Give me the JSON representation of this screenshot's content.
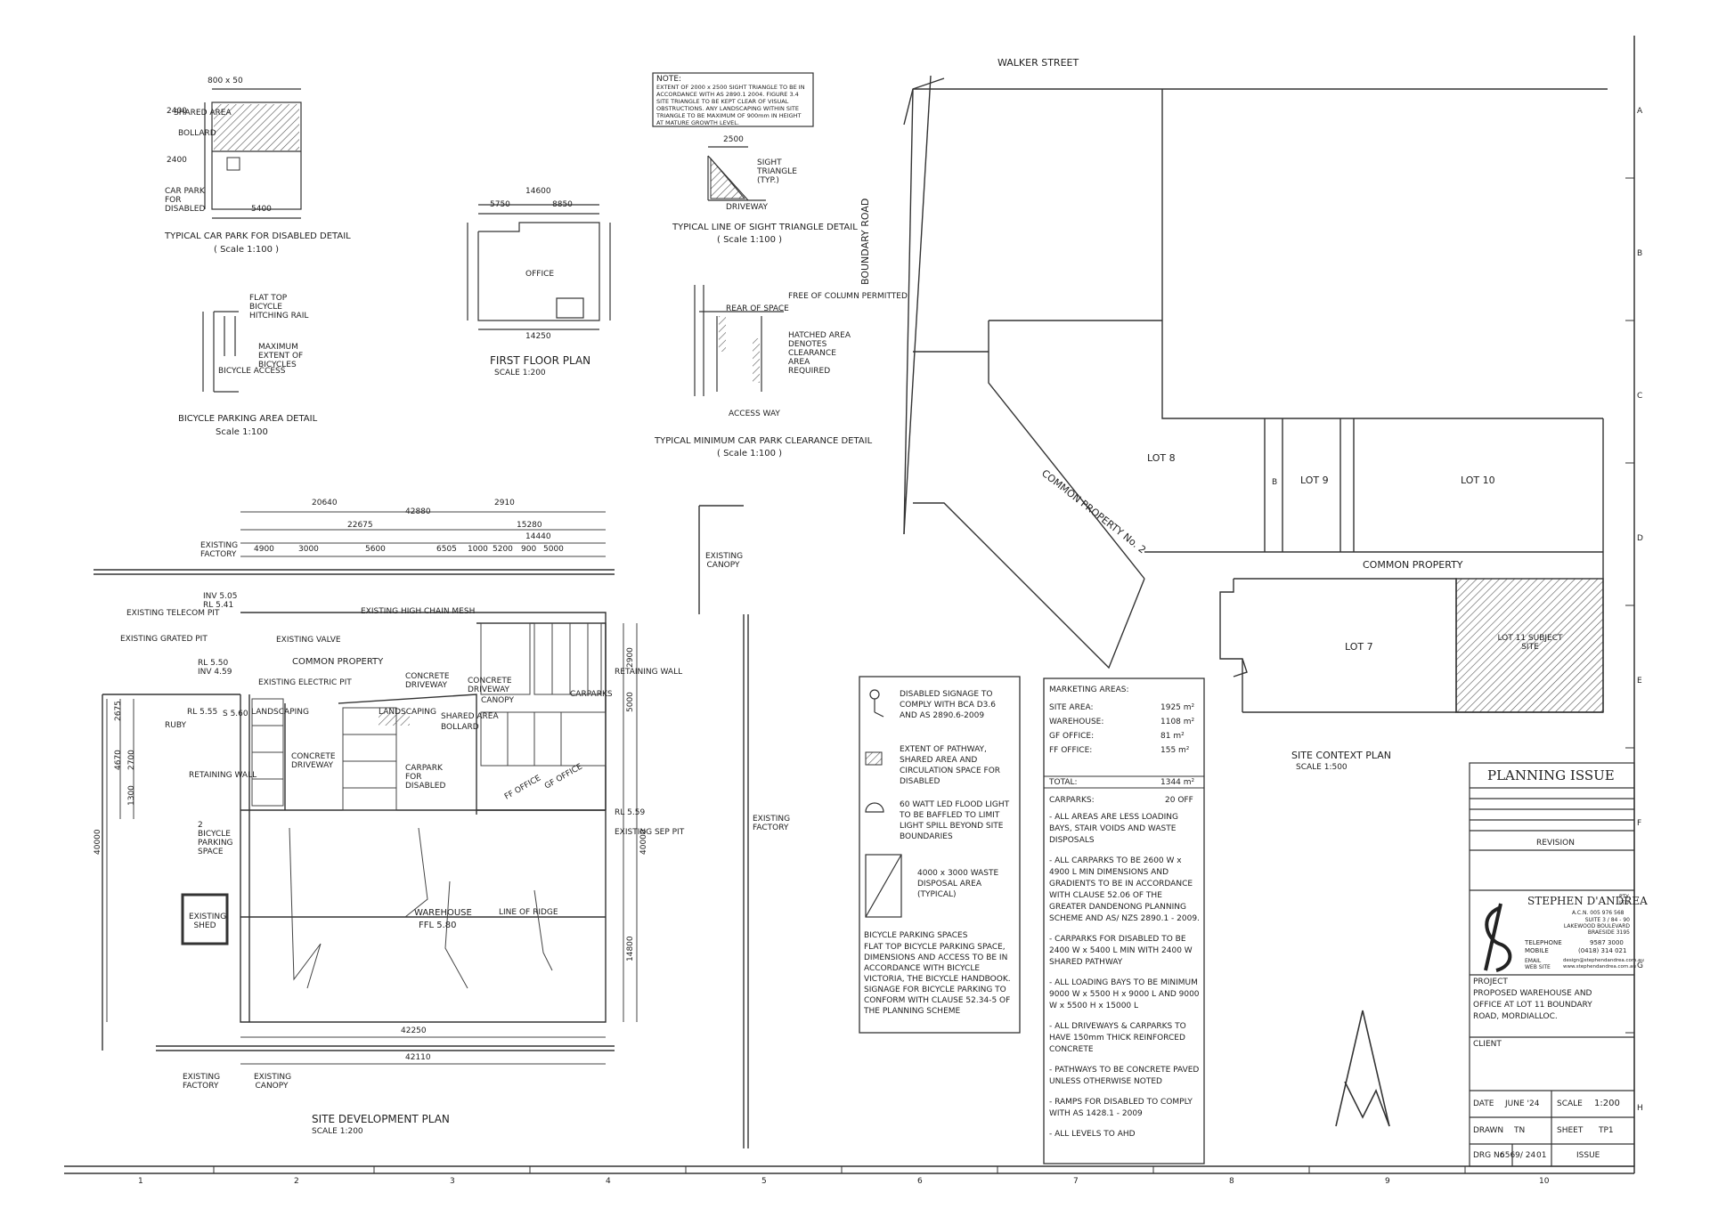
{
  "context_plan": {
    "street_top": "WALKER STREET",
    "road_side": "BOUNDARY ROAD",
    "lots": [
      "LOT 8",
      "LOT 9",
      "LOT 10",
      "LOT 7",
      "LOT 11 SUBJECT SITE"
    ],
    "common_property_1": "COMMON PROPERTY No. 2",
    "common_property_2": "COMMON PROPERTY",
    "caption": "SITE CONTEXT PLAN",
    "caption_scale": "SCALE 1:500",
    "lot_letter": "B"
  },
  "details": {
    "disabled_caption": "TYPICAL CAR PARK FOR DISABLED DETAIL",
    "disabled_scale": "( Scale 1:100 )",
    "disabled_labels": [
      "SHARED AREA",
      "BOLLARD",
      "CAR PARK FOR DISABLED"
    ],
    "disabled_dims": [
      "800 x 50",
      "2400",
      "2400",
      "5400"
    ],
    "bicycle_caption": "BICYCLE PARKING AREA DETAIL",
    "bicycle_scale": "Scale 1:100",
    "bicycle_labels": [
      "FLAT TOP BICYCLE HITCHING RAIL",
      "MAXIMUM EXTENT OF BICYCLES",
      "BICYCLE ACCESS"
    ],
    "first_floor_caption": "FIRST FLOOR PLAN",
    "first_floor_scale": "SCALE 1:200",
    "first_floor_room": "OFFICE",
    "first_floor_dims": [
      "14600",
      "5750",
      "8850",
      "14250"
    ],
    "sight_note_title": "NOTE:",
    "sight_note": "EXTENT OF 2000 x 2500 SIGHT TRIANGLE TO BE IN ACCORDANCE WITH AS 2890.1 2004. FIGURE 3.4 SITE TRIANGLE TO BE KEPT CLEAR OF VISUAL OBSTRUCTIONS. ANY LANDSCAPING WITHIN SITE TRIANGLE TO BE MAXIMUM OF 900mm IN HEIGHT AT MATURE GROWTH LEVEL.",
    "sight_caption": "TYPICAL LINE OF SIGHT TRIANGLE DETAIL",
    "sight_scale": "( Scale 1:100 )",
    "sight_labels": [
      "SIGHT TRIANGLE (TYP.)",
      "DRIVEWAY",
      "2500"
    ],
    "clearance_caption": "TYPICAL MINIMUM CAR PARK CLEARANCE DETAIL",
    "clearance_scale": "( Scale 1:100 )",
    "clearance_labels": [
      "FREE OF COLUMN PERMITTED",
      "REAR OF SPACE",
      "HATCHED AREA DENOTES CLEARANCE AREA REQUIRED",
      "ACCESS WAY"
    ]
  },
  "site_plan": {
    "caption": "SITE DEVELOPMENT PLAN",
    "caption_scale": "SCALE 1:200",
    "labels": {
      "existing_factory_top": "EXISTING FACTORY",
      "existing_canopy_top": "EXISTING CANOPY",
      "existing_factory_right": "EXISTING FACTORY",
      "existing_factory_bottom": "EXISTING FACTORY",
      "existing_canopy_bottom": "EXISTING CANOPY",
      "existing_shed": "EXISTING SHED",
      "common_property": "COMMON PROPERTY",
      "warehouse": "WAREHOUSE",
      "ffl": "FFL 5.80",
      "concrete_driveway_1": "CONCRETE DRIVEWAY",
      "concrete_driveway_2": "CONCRETE DRIVEWAY",
      "concrete_driveway_3": "CONCRETE DRIVEWAY",
      "landscaping_1": "LANDSCAPING",
      "landscaping_2": "LANDSCAPING",
      "carparks": "CARPARKS",
      "ff_office": "FF OFFICE",
      "gf_office": "GF OFFICE",
      "retaining_wall_left": "RETAINING WALL",
      "retaining_wall_right": "RETAINING WALL",
      "bicycle_space": "2 BICYCLE PARKING SPACE",
      "carpark_disabled": "CARPARK FOR DISABLED",
      "shared_area": "SHARED AREA",
      "bollard": "BOLLARD",
      "canopy": "CANOPY",
      "existing_telecom": "EXISTING TELECOM PIT",
      "existing_grated": "EXISTING GRATED PIT",
      "existing_valve": "EXISTING VALVE",
      "existing_electric": "EXISTING ELECTRIC PIT",
      "existing_high_chain": "EXISTING HIGH CHAIN MESH",
      "existing_sep": "EXISTING SEP PIT",
      "line_of_ridge": "LINE OF RIDGE",
      "ruby": "RUBY",
      "inv_rl": "INV 5.05 RL 5.41",
      "rl_550": "RL 5.50 INV 4.59",
      "rl_555": "RL 5.55",
      "rl_560": "S 5.60",
      "rl_559": "RL 5.59"
    },
    "dims_top": [
      "20640",
      "42880",
      "2910",
      "22675",
      "15280",
      "14440",
      "4900",
      "3000",
      "5600",
      "6505",
      "1000",
      "5200",
      "900",
      "5000"
    ],
    "dims_bottom": [
      "42250",
      "42110"
    ],
    "dims_left": [
      "40000",
      "2675",
      "4670",
      "2700",
      "1300"
    ],
    "dims_right": [
      "40000",
      "2900",
      "5000",
      "14800"
    ]
  },
  "legend": {
    "items": [
      "DISABLED SIGNAGE TO COMPLY WITH BCA D3.6 AND AS 2890.6-2009",
      "EXTENT OF PATHWAY, SHARED AREA AND CIRCULATION SPACE FOR DISABLED",
      "60 WATT LED FLOOD LIGHT TO BE BAFFLED TO LIMIT LIGHT SPILL BEYOND SITE BOUNDARIES",
      "4000 x 3000 WASTE DISPOSAL AREA (TYPICAL)"
    ],
    "bicycle_title": "BICYCLE PARKING SPACES",
    "bicycle_text": "FLAT TOP BICYCLE PARKING SPACE, DIMENSIONS AND ACCESS TO BE IN ACCORDANCE WITH BICYCLE VICTORIA, THE BICYCLE HANDBOOK. SIGNAGE FOR BICYCLE PARKING TO CONFORM WITH CLAUSE 52.34-5 OF THE PLANNING SCHEME"
  },
  "areas": {
    "title": "MARKETING AREAS:",
    "rows": [
      {
        "label": "SITE AREA:",
        "value": "1925 m²"
      },
      {
        "label": "WAREHOUSE:",
        "value": "1108 m²"
      },
      {
        "label": "GF OFFICE:",
        "value": "81 m²"
      },
      {
        "label": "FF OFFICE:",
        "value": "155 m²"
      }
    ],
    "total_label": "TOTAL:",
    "total_value": "1344 m²",
    "carparks_label": "CARPARKS:",
    "carparks_value": "20 OFF",
    "notes": [
      "- ALL AREAS ARE LESS LOADING BAYS, STAIR VOIDS AND WASTE DISPOSALS",
      "- ALL CARPARKS TO BE 2600 W x 4900 L MIN DIMENSIONS AND GRADIENTS TO BE IN ACCORDANCE WITH CLAUSE 52.06 OF THE GREATER DANDENONG PLANNING SCHEME AND AS/ NZS 2890.1 - 2009.",
      "- CARPARKS FOR DISABLED TO BE 2400 W x 5400 L MIN WITH 2400 W SHARED PATHWAY",
      "- ALL LOADING BAYS TO BE MINIMUM 9000 W x 5500 H x 9000 L AND 9000 W x 5500 H x 15000 L",
      "- ALL DRIVEWAYS & CARPARKS TO HAVE 150mm THICK REINFORCED CONCRETE",
      "- PATHWAYS TO BE CONCRETE PAVED UNLESS OTHERWISE NOTED",
      "- RAMPS FOR DISABLED TO COMPLY WITH AS 1428.1 - 2009",
      "- ALL LEVELS TO AHD"
    ]
  },
  "title_block": {
    "planning_issue": "PLANNING ISSUE",
    "revision": "REVISION",
    "firm": "STEPHEN D'ANDREA",
    "firm_pty": "PTY LTD",
    "abn": "A.C.N. 005 976 568",
    "address": "SUITE 3 / 84 - 90 LAKEWOOD BOULEVARD BRAESIDE 3195",
    "telephone_label": "TELEPHONE",
    "telephone": "9587 3000",
    "mobile_label": "MOBILE",
    "mobile": "(0418) 314 021",
    "email_label": "EMAIL",
    "email": "design@stephendandrea.com.au",
    "web_label": "WEB SITE",
    "web": "www.stephendandrea.com.au",
    "project_label": "PROJECT",
    "project": "PROPOSED WAREHOUSE AND OFFICE AT LOT 11 BOUNDARY ROAD, MORDIALLOC.",
    "client_label": "CLIENT",
    "date_label": "DATE",
    "date": "JUNE '24",
    "scale_label": "SCALE",
    "scale": "1:200",
    "drawn_label": "DRAWN",
    "drawn": "TN",
    "sheet_label": "SHEET",
    "sheet": "TP1",
    "drg_label": "DRG No",
    "drg": "6569/ 24",
    "rev": "01",
    "issue_label": "ISSUE"
  },
  "grid_numbers": [
    "1",
    "2",
    "3",
    "4",
    "5",
    "6",
    "7",
    "8",
    "9",
    "10"
  ],
  "grid_letters": [
    "A",
    "B",
    "C",
    "D",
    "E",
    "F",
    "G",
    "H"
  ]
}
